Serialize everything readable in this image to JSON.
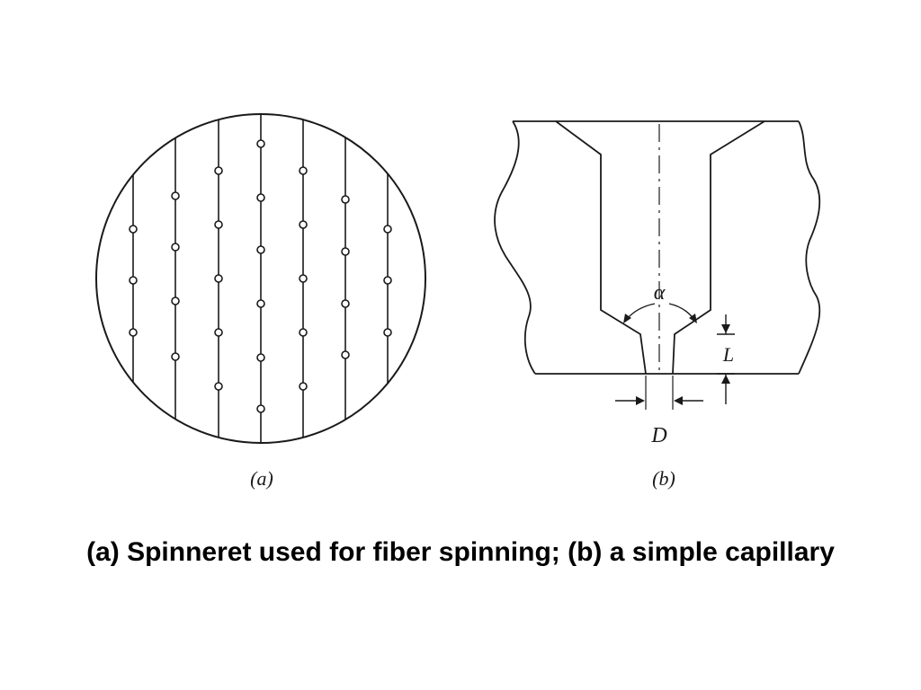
{
  "figure": {
    "panel_a": {
      "label": "(a)"
    },
    "panel_b": {
      "label": "(b)",
      "angle_label": "α",
      "length_label": "L",
      "diameter_label": "D"
    },
    "line_color": "#1a1a1a"
  },
  "caption": "(a) Spinneret used for fiber spinning; (b) a simple capillary"
}
